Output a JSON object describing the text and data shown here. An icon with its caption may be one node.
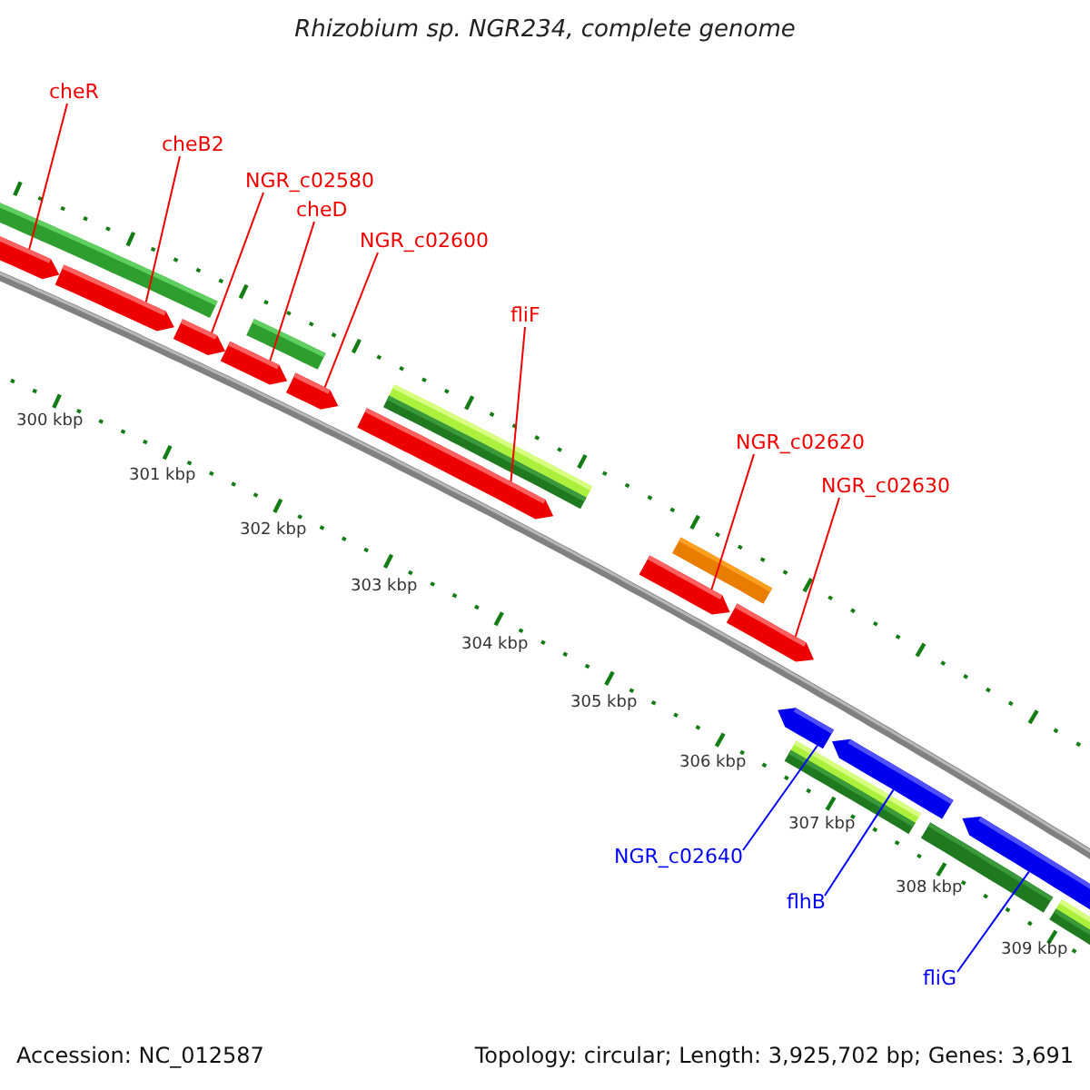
{
  "diagram": {
    "title": "Rhizobium sp. NGR234, complete genome",
    "nodes": [
      {
        "text": [
          "cheR"
        ]
      },
      {
        "text": [
          "cheB2"
        ]
      },
      {
        "text": [
          "NGR_c02580"
        ]
      },
      {
        "text": [
          "cheD"
        ]
      },
      {
        "text": [
          "NGR_c02600"
        ]
      },
      {
        "text": [
          "fliF"
        ]
      },
      {
        "text": [
          "NGR_c02620"
        ]
      },
      {
        "text": [
          "NGR_c02630"
        ]
      },
      {
        "text": [
          "NGR_c02640"
        ]
      },
      {
        "text": [
          "flhB"
        ]
      },
      {
        "text": [
          "fliG"
        ]
      },
      {
        "text": [],
        "shape": "arrow"
      },
      {
        "text": [],
        "shape": "arrow"
      },
      {
        "text": [],
        "shape": "arrow"
      },
      {
        "text": [],
        "shape": "arrow"
      },
      {
        "text": [],
        "shape": "arrow"
      },
      {
        "text": [],
        "shape": "arrow"
      },
      {
        "text": [],
        "shape": "arrow"
      },
      {
        "text": [],
        "shape": "arrow"
      },
      {
        "text": [],
        "shape": "arrow"
      },
      {
        "text": [],
        "shape": "arrow"
      },
      {
        "text": [],
        "shape": "arrow"
      }
    ],
    "edges": [
      {
        "from": 0,
        "to": 11,
        "arrow": "none"
      },
      {
        "from": 1,
        "to": 12,
        "arrow": "none"
      },
      {
        "from": 2,
        "to": 13,
        "arrow": "none"
      },
      {
        "from": 3,
        "to": 14,
        "arrow": "none"
      },
      {
        "from": 4,
        "to": 15,
        "arrow": "none"
      },
      {
        "from": 5,
        "to": 16,
        "arrow": "none"
      },
      {
        "from": 6,
        "to": 17,
        "arrow": "none"
      },
      {
        "from": 7,
        "to": 18,
        "arrow": "none"
      },
      {
        "from": 8,
        "to": 19,
        "arrow": "none",
        "color": "#0000ff"
      },
      {
        "from": 9,
        "to": 20,
        "arrow": "none",
        "color": "#0000ff"
      },
      {
        "from": 10,
        "to": 21,
        "arrow": "none",
        "color": "#0000ff"
      }
    ],
    "labels": [
      "300 kbp",
      "301 kbp",
      "302 kbp",
      "303 kbp",
      "304 kbp",
      "305 kbp",
      "306 kbp",
      "307 kbp",
      "308 kbp",
      "309 kbp",
      "Accession: NC_012587",
      "Topology: circular; Length: 3,925,702 bp; Genes: 3,691"
    ]
  }
}
